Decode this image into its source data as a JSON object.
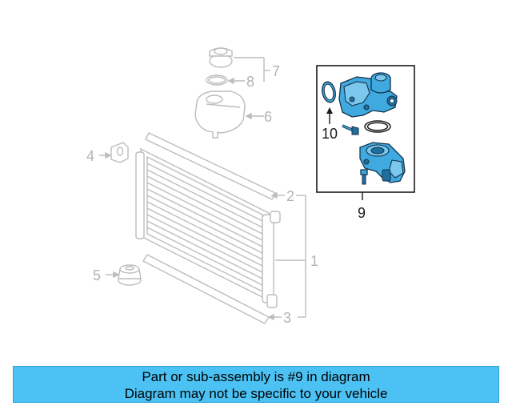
{
  "diagram": {
    "callouts": {
      "c1": "1",
      "c2": "2",
      "c3": "3",
      "c4": "4",
      "c5": "5",
      "c6": "6",
      "c7": "7",
      "c8": "8",
      "c9": "9",
      "c10": "10"
    },
    "highlight_color": "#3fa9e0"
  },
  "banner": {
    "line1": "Part or sub-assembly is #9 in diagram",
    "line2": "Diagram may not be specific to your vehicle",
    "background": "#4cc2f4"
  }
}
